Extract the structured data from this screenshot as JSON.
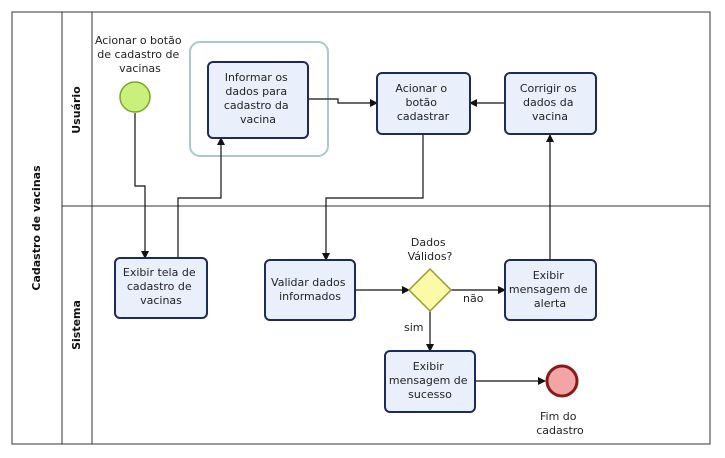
{
  "pool": {
    "label": "Cadastro de vacinas"
  },
  "lanes": [
    {
      "id": "usuario",
      "label": "Usuário"
    },
    {
      "id": "sistema",
      "label": "Sistema"
    }
  ],
  "start_event": {
    "label_lines": [
      "Acionar o botão",
      "de cadastro de",
      "vacinas"
    ]
  },
  "end_event": {
    "label_lines": [
      "Fim do",
      "cadastro"
    ]
  },
  "tasks": {
    "informar": {
      "lines": [
        "Informar os",
        "dados para",
        "cadastro da",
        "vacina"
      ]
    },
    "acionar": {
      "lines": [
        "Acionar o",
        "botão",
        "cadastrar"
      ]
    },
    "corrigir": {
      "lines": [
        "Corrigir os",
        "dados da",
        "vacina"
      ]
    },
    "exibir_tela": {
      "lines": [
        "Exibir tela de",
        "cadastro de",
        "vacinas"
      ]
    },
    "validar": {
      "lines": [
        "Validar dados",
        "informados"
      ]
    },
    "exibir_alerta": {
      "lines": [
        "Exibir",
        "mensagem de",
        "alerta"
      ]
    },
    "exibir_sucesso": {
      "lines": [
        "Exibir",
        "mensagem de",
        "sucesso"
      ]
    }
  },
  "gateway": {
    "label_lines": [
      "Dados",
      "Válidos?"
    ]
  },
  "flow_labels": {
    "nao": "não",
    "sim": "sim"
  },
  "colors": {
    "start_fill": "#c8f07a",
    "end_fill": "#f2a5a5",
    "gateway_fill": "#fafaa8",
    "task_fill": "#eaf0fb",
    "task_stroke": "#1c2a5c",
    "group_stroke": "#a9c9cc"
  }
}
